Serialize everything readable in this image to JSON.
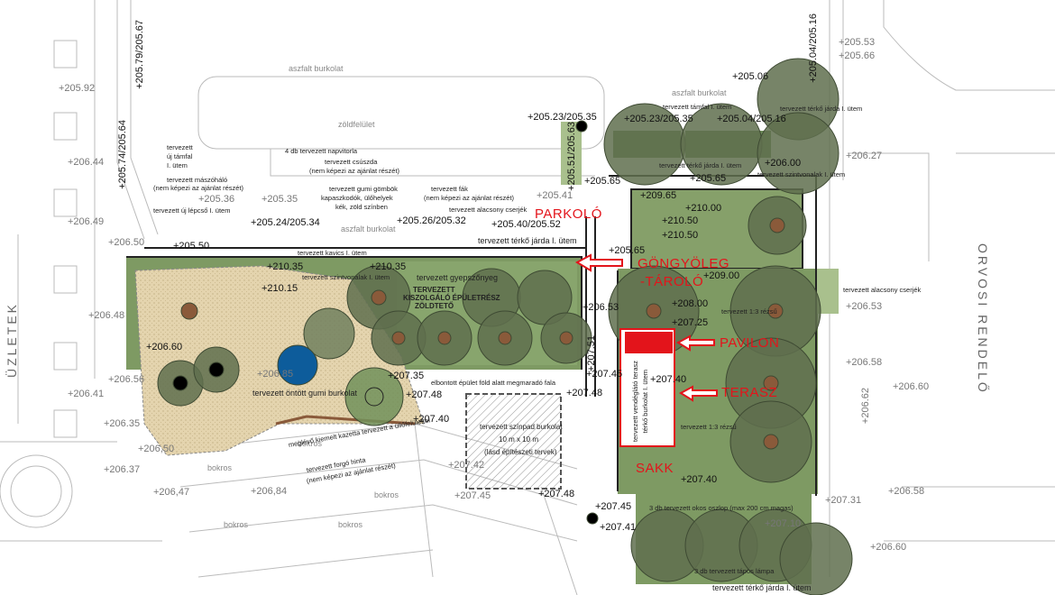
{
  "annotations": {
    "parkolo": "PARKOLÓ",
    "gongyoleg": "GÖNGYÖLEG",
    "tarolo": "-TÁROLÓ",
    "pavilon": "PAVILON",
    "terasz": "TERASZ",
    "sakk": "SAKK"
  },
  "buildings": {
    "left": "ÜZLETEK",
    "right": "ORVOSI RENDELŐ"
  },
  "surfaces": {
    "asphalt_top": "aszfalt burkolat",
    "green_field": "zöldfelület",
    "asphalt_right": "aszfalt burkolat",
    "asphalt_mid": "aszfalt burkolat",
    "rubber": "tervezett öntött gumi burkolat",
    "stage_1": "tervezett színpad burkolat",
    "stage_2": "10 m x 10 m",
    "stage_3": "(lásd építészeti tervek)",
    "bush_1": "bokros",
    "bush_2": "bokros",
    "bush_3": "bokros",
    "bush_4": "bokros",
    "bush_5": "bokros"
  },
  "notes": {
    "sun_sails": "4 db tervezett napvitorla",
    "slide_1": "tervezett csúszda",
    "slide_2": "(nem képezi az ajánlat részét)",
    "climb_1": "tervezett mászóháló",
    "climb_2": "(nem képezi az ajánlat részét)",
    "balls_1": "tervezett gumi gömbök",
    "balls_2": "kapaszkodók, ülőhelyek",
    "balls_3": "kék, zöld színben",
    "trees_1": "tervezett fák",
    "trees_2": "(nem képezi az ajánlat részét)",
    "low_shrub": "tervezett alacsony cserjék",
    "retaining_1": "tervezett",
    "retaining_2": "új támfal",
    "retaining_3": "I. ütem",
    "stairs": "tervezett új lépcső I. ütem",
    "walkway_1": "tervezett térkő járda I. ütem",
    "curb": "tervezett kavics I. ütem",
    "contours": "tervezett szintvonalak I. ütem",
    "lawn": "tervezett gyepszőnyeg",
    "green_roof_1": "TERVEZETT",
    "green_roof_2": "KISZOLGÁLÓ ÉPÜLETRÉSZ",
    "green_roof_3": "ZÖLDTETŐ",
    "wall": "elbontott épület föld alatt megmaradó fala",
    "cassette": "meglévő kiemelt kazetta tervezett a üllőfelülettel",
    "swing_1": "tervezett forgó hinta",
    "swing_2": "(nem képezi az ajánlat részét)",
    "retaining_r": "tervezett támfal I. ütem",
    "walkway_r1": "tervezett térkő járda I. ütem",
    "walkway_r2": "tervezett térkő járda I. ütem",
    "contours_r": "tervezett szintvonalak I. ütem",
    "terrace_1": "tervezett vendéglátó terasz",
    "terrace_2": "térkő burkolat I. ütem",
    "hedge": "tervezett 1:3 rézsű",
    "lamps": "3 db tervezett okos oszlop (max 200 cm magas)",
    "lamp2": "3 db tervezett tápos lámpa",
    "walkway_b": "tervezett térkő járda I. ütem",
    "low_shrub_r": "tervezett alacsony cserjék",
    "mid_plant": "tervezett 1:3 rézsű"
  },
  "elevations": {
    "e1": "+205.92",
    "e2": "+206.44",
    "e3": "+206.49",
    "e4": "+206.50",
    "e5": "+206.48",
    "e6": "+206.60",
    "e7": "+206.56",
    "e8": "+206.41",
    "e9": "+206.35",
    "e10": "+206,50",
    "e11": "+206.37",
    "e12": "+206,47",
    "e13": "+205.36",
    "e14": "+205.35",
    "e15": "+205.24/205.34",
    "e16": "+205.50",
    "e17": "+205.26/205.32",
    "e18": "+205.40/205.52",
    "e19": "+205.41",
    "e20": "+205.23/205.35",
    "e21": "+205.65",
    "e22": "+210.35",
    "e23": "+210.35",
    "e24": "+210.15",
    "e25": "+206.53",
    "e26": "+207.45",
    "e27": "+207.48",
    "e28": "+207.40",
    "e29": "+207.35",
    "e30": "+206.85",
    "e31": "+206,84",
    "e32": "+207.42",
    "e33": "+207.48",
    "e34": "+207.45",
    "e35": "+207.48",
    "e36": "+209.65",
    "e37": "+210.00",
    "e38": "+210.50",
    "e39": "+210.50",
    "e40": "+209.00",
    "e41": "+208.00",
    "e42": "+207.25",
    "e43": "+207.40",
    "e44": "+205.06",
    "e45": "+205.04/205.16",
    "e46": "+206.00",
    "e47": "+206.27",
    "e48": "+205.53",
    "e49": "+205.66",
    "e50": "+206.53",
    "e51": "+206.58",
    "e52": "+206.60",
    "e53": "+207.31",
    "e54": "+206.58",
    "e55": "+207.10",
    "e56": "+206.60",
    "e57": "+205.79/205.67",
    "e58": "+205.74/205.64",
    "e59": "+205.51/205.63",
    "e60": "+205.65",
    "e61": "+207.40",
    "e62": "+207.45",
    "e63": "+207.41",
    "e64": "+205.04/205.16",
    "e65": "+205.23/205.35",
    "e66": "+206.62",
    "e67": "+205.65",
    "e68": "+207.51"
  },
  "colors": {
    "green": "#7e9a63",
    "green_light": "#a9c08d",
    "tree": "#5f6f4e",
    "sand": "#e3d3ac",
    "red": "#e3141b",
    "blue_tree": "#0d5c9b"
  }
}
